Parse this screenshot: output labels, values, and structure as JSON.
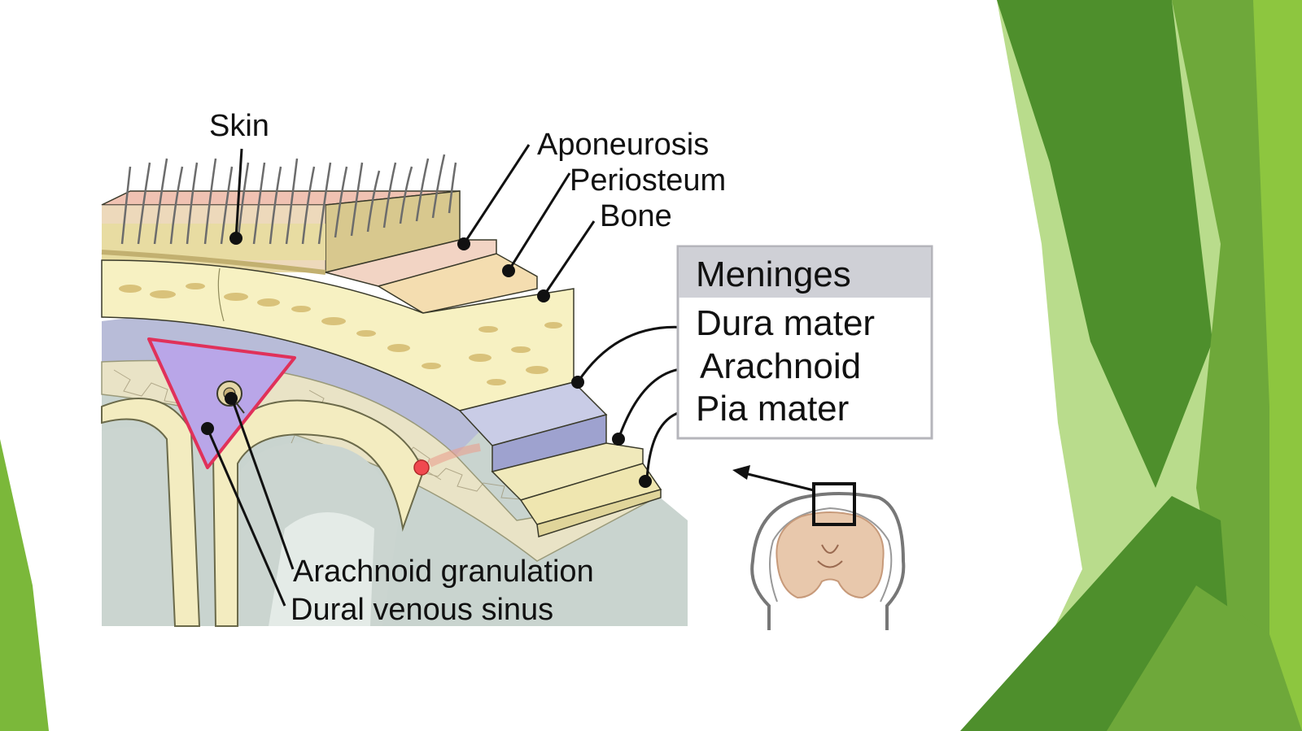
{
  "labels": {
    "skin": "Skin",
    "aponeurosis": "Aponeurosis",
    "periosteum": "Periosteum",
    "bone": "Bone",
    "arachnoid_granulation": "Arachnoid granulation",
    "dural_venous_sinus": "Dural venous sinus"
  },
  "meninges_box": {
    "title": "Meninges",
    "items": [
      "Dura mater",
      "Arachnoid",
      "Pia mater"
    ]
  },
  "colors": {
    "green_dark": "#4e8f2c",
    "green_mid": "#6ea83a",
    "green_light": "#8dc63f",
    "green_pale": "#b9dc8c",
    "skin": "#f3c9bd",
    "bone": "#f7f1c2",
    "dura": "#b8bcd8",
    "sinus": "#b9a6e8",
    "sinus_border": "#e0315a",
    "box_header": "#cfd0d6"
  }
}
